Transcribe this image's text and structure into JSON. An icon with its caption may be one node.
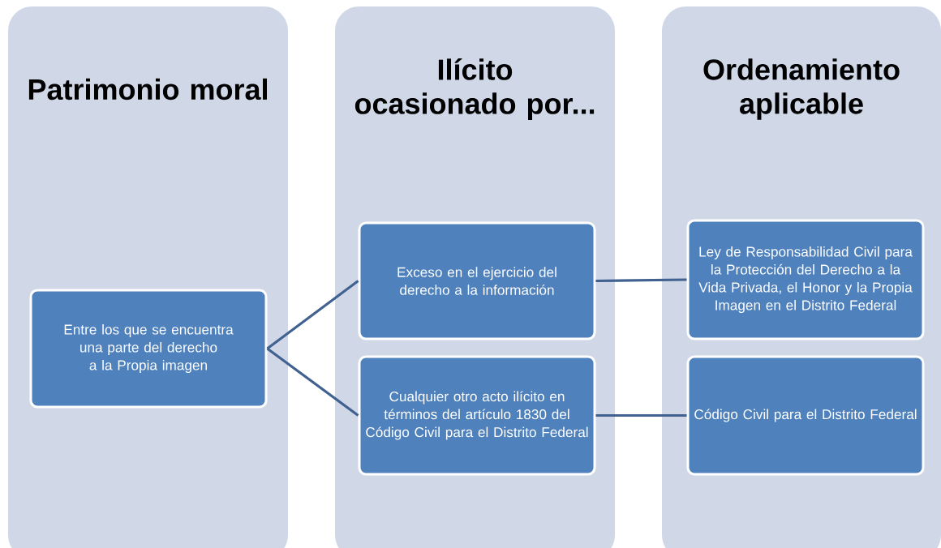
{
  "diagram": {
    "nodes": [
      {
        "text": [
          "Patrimonio moral"
        ]
      },
      {
        "text": [
          "Ilícito ocasionado por..."
        ]
      },
      {
        "text": [
          "Ordenamiento aplicable"
        ]
      },
      {
        "text": [
          "Entre los que se encuentra una parte del derecho a la Propia imagen"
        ],
        "in": 0
      },
      {
        "text": [
          "Exceso en el ejercicio del derecho a la información"
        ],
        "in": 1
      },
      {
        "text": [
          "Cualquier otro acto ilícito en términos del artículo 1830 del Código Civil para el Distrito Federal"
        ],
        "in": 1
      },
      {
        "text": [
          "Ley de Responsabilidad Civil para la Protección del Derecho a la Vida Privada, el Honor y la Propia Imagen en el Distrito Federal"
        ],
        "in": 2
      },
      {
        "text": [
          "Código Civil para el Distrito Federal"
        ],
        "in": 2
      }
    ],
    "edges": [
      {
        "from": 3,
        "to": 4,
        "arrow": "none"
      },
      {
        "from": 3,
        "to": 5,
        "arrow": "none"
      },
      {
        "from": 4,
        "to": 6,
        "arrow": "none"
      },
      {
        "from": 5,
        "to": 7,
        "arrow": "none"
      }
    ]
  }
}
